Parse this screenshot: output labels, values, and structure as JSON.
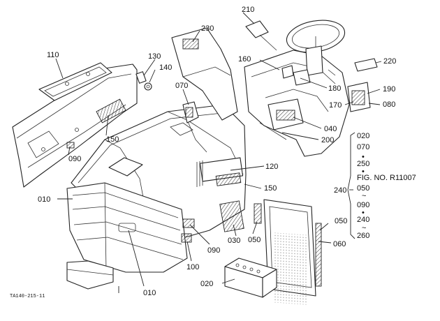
{
  "callouts": {
    "c110": "110",
    "c130": "130",
    "c140": "140",
    "c150a": "150",
    "c090a": "090",
    "c070": "070",
    "c230": "230",
    "c210": "210",
    "c160": "160",
    "c220": "220",
    "c180": "180",
    "c190": "190",
    "c170": "170",
    "c080": "080",
    "c040": "040",
    "c200": "200",
    "c120": "120",
    "c150b": "150",
    "c010a": "010",
    "c010b": "010",
    "c100": "100",
    "c090b": "090",
    "c030": "030",
    "c050a": "050",
    "c050b": "050",
    "c060": "060",
    "c020": "020"
  },
  "reference_list": {
    "group": "240",
    "items": [
      "020",
      "070",
      "•",
      "250",
      "•",
      "FIG. NO. R11007",
      "050",
      "~",
      "090",
      "•",
      "240",
      "~",
      "260"
    ]
  },
  "drawing_code": "TA140-215-11"
}
